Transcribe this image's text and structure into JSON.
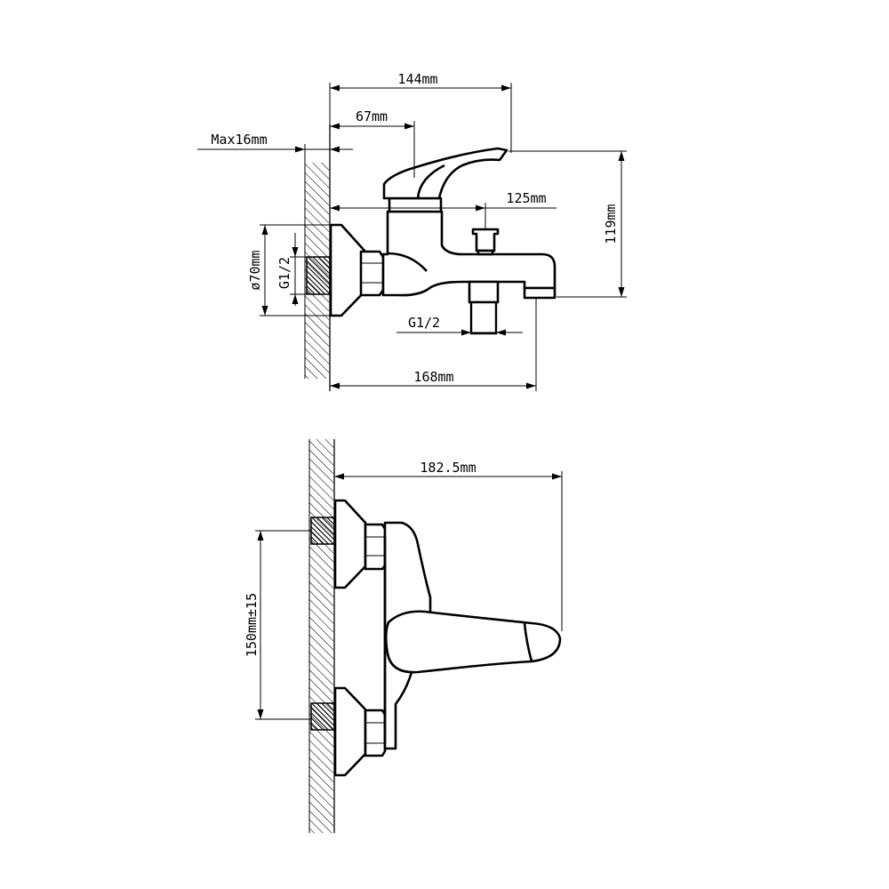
{
  "side_view": {
    "dim_overall_width": "144mm",
    "dim_handle_offset": "67mm",
    "dim_wall_max": "Max16mm",
    "dim_diverter_offset": "125mm",
    "dim_height": "119mm",
    "dim_flange_diameter": "ø70mm",
    "dim_inlet_thread": "G1/2",
    "dim_outlet_thread": "G1/2",
    "dim_spout_length": "168mm"
  },
  "top_view": {
    "dim_depth": "182.5mm",
    "dim_centers": "150mm±15"
  },
  "colors": {
    "line": "#000000",
    "background": "#ffffff"
  }
}
